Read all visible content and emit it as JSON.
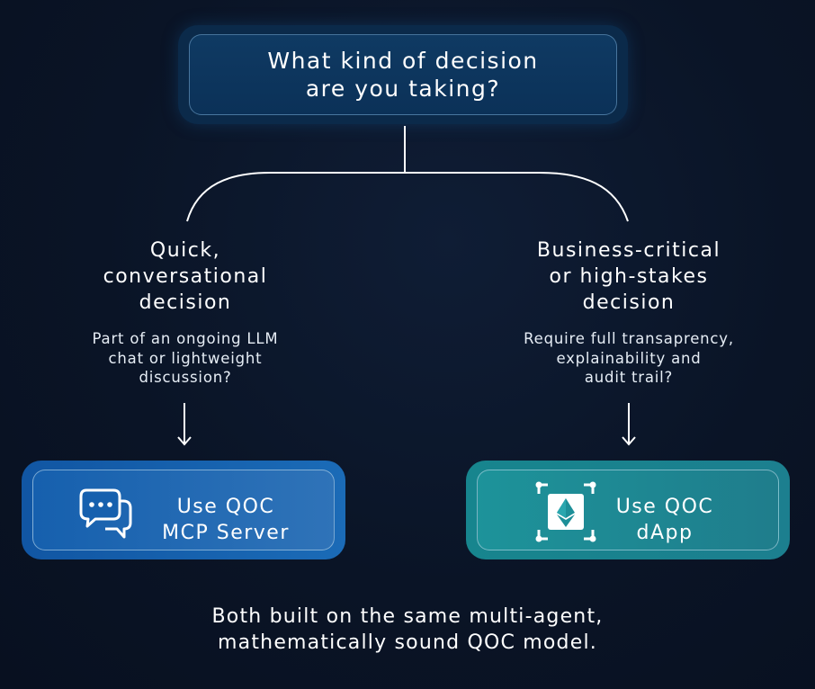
{
  "question": {
    "lines": [
      "What kind of decision",
      "are you taking?"
    ]
  },
  "branches": {
    "left": {
      "title_lines": [
        "Quick,",
        "conversational",
        "decision"
      ],
      "subtitle_lines": [
        "Part of an ongoing LLM",
        "chat or lightweight",
        "discussion?"
      ]
    },
    "right": {
      "title_lines": [
        "Business-critical",
        "or high-stakes",
        "decision"
      ],
      "subtitle_lines": [
        "Require full transaprency,",
        "explainability and",
        "audit trail?"
      ]
    }
  },
  "results": {
    "mcp": {
      "label_lines": [
        "Use QOC",
        "MCP Server"
      ],
      "icon": "chat-bubbles-icon"
    },
    "dapp": {
      "label_lines": [
        "Use QOC",
        "dApp"
      ],
      "icon": "ethereum-chip-icon"
    }
  },
  "footer": {
    "lines": [
      "Both built on the same multi-agent,",
      "mathematically sound QOC model."
    ]
  },
  "colors": {
    "background": "#0a1426",
    "question_box": "#0f3a63",
    "mcp_box": "#1660ae",
    "dapp_box": "#1d939a",
    "connector": "#ffffff"
  }
}
